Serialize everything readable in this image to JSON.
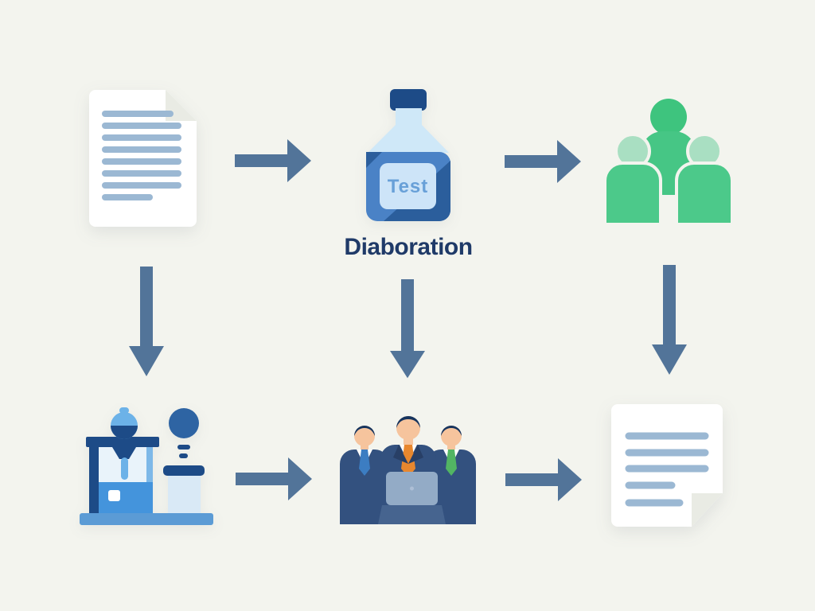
{
  "flow_label": "Diaboration",
  "bottle": {
    "label": "Test"
  },
  "nodes": [
    {
      "id": "source-document",
      "icon": "document-icon"
    },
    {
      "id": "test-bottle",
      "icon": "test-bottle-icon"
    },
    {
      "id": "people-group",
      "icon": "people-group-icon"
    },
    {
      "id": "lab-machine",
      "icon": "lab-machine-icon"
    },
    {
      "id": "business-team",
      "icon": "business-team-icon"
    },
    {
      "id": "result-document",
      "icon": "document-icon"
    }
  ],
  "arrows": [
    {
      "id": "arrow-right-1",
      "from": "source-document",
      "to": "test-bottle",
      "direction": "right"
    },
    {
      "id": "arrow-right-2",
      "from": "test-bottle",
      "to": "people-group",
      "direction": "right"
    },
    {
      "id": "arrow-down-1",
      "from": "source-document",
      "to": "lab-machine",
      "direction": "down"
    },
    {
      "id": "arrow-down-2",
      "from": "test-bottle",
      "to": "business-team",
      "direction": "down"
    },
    {
      "id": "arrow-down-3",
      "from": "people-group",
      "to": "result-document",
      "direction": "down"
    },
    {
      "id": "arrow-right-3",
      "from": "lab-machine",
      "to": "business-team",
      "direction": "right"
    },
    {
      "id": "arrow-right-4",
      "from": "business-team",
      "to": "result-document",
      "direction": "right"
    }
  ],
  "colors": {
    "bg": "#f3f4ee",
    "arrow": "#527499",
    "paper": "#ffffff",
    "paper-fold": "#e9ebe4",
    "doc-line": "#9bb8d3",
    "navy": "#1d4b87",
    "text-navy": "#1f3a68",
    "bottle-body": "#4a82c6",
    "bottle-shade": "#2b5e9c",
    "bottle-light": "#cfe8f8",
    "bottle-label-bg": "#cde4f8",
    "bottle-label-text": "#68a0d8",
    "green-back": "#3ec47e",
    "green-back-body": "#46c685",
    "green-front": "#4cc98a",
    "green-head": "#a9dfc2",
    "sky-blue": "#6cb2e8",
    "pale-blue": "#e9f3fa",
    "tank-wall": "#7db8e8",
    "liquid": "#4494dc",
    "base-blue": "#5b9bd5",
    "ball-blue": "#2e64a3",
    "beaker-body": "#d9e9f6",
    "suit": "#33517f",
    "suit-dark": "#283f66",
    "skin": "#f6c49d",
    "hair": "#16345e",
    "tie-blue": "#3c7dc2",
    "tie-orange": "#e8872e",
    "tie-green": "#52b563",
    "laptop": "#93abc6",
    "laptop-base": "#46648f"
  }
}
